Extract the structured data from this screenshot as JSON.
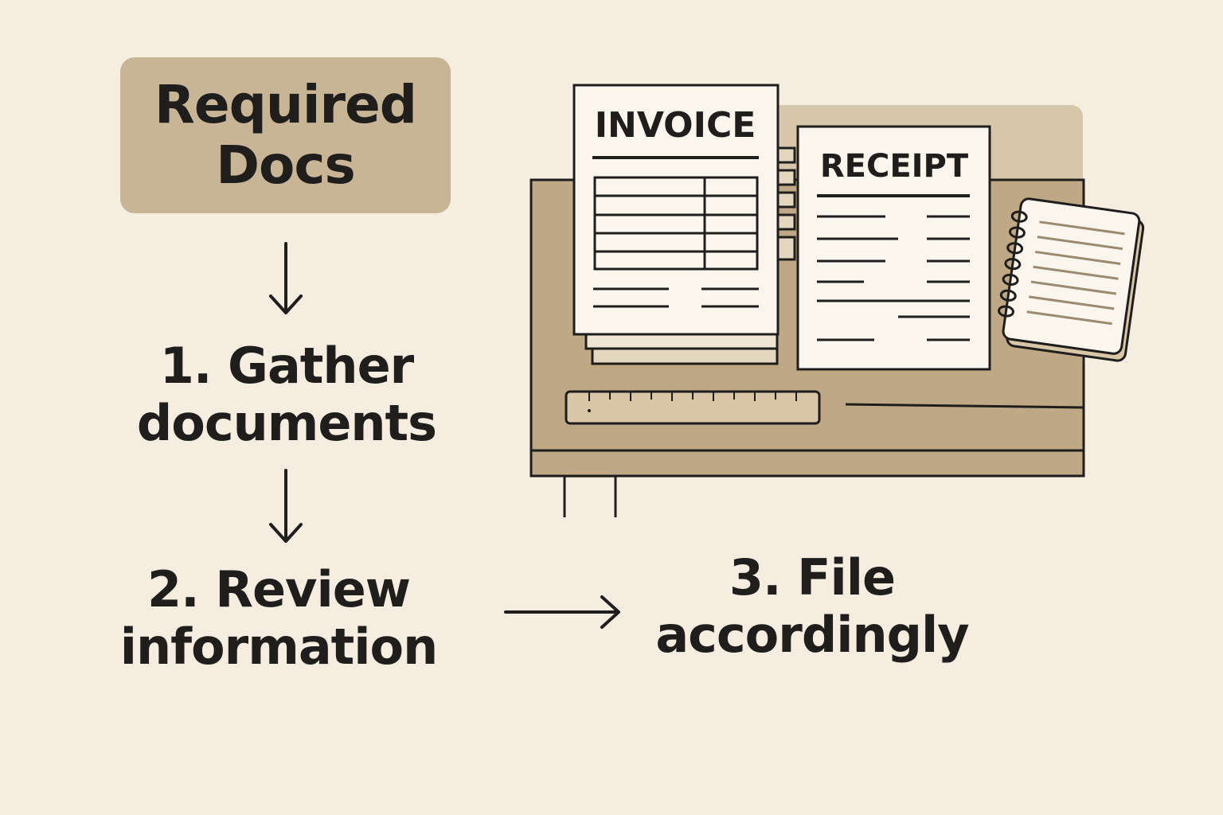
{
  "title": {
    "line1": "Required",
    "line2": "Docs"
  },
  "steps": [
    {
      "line1": "1. Gather",
      "line2": "documents"
    },
    {
      "line1": "2. Review",
      "line2": "information"
    },
    {
      "line1": "3. File",
      "line2": "accordingly"
    }
  ],
  "illustration": {
    "invoice_label": "INVOICE",
    "receipt_label": "RECEIPT"
  },
  "colors": {
    "background": "#f5ede0",
    "title_box": "#c8b596",
    "desk": "#bfa885",
    "paper": "#faf6ee",
    "ink": "#1f1e1c"
  },
  "icons": [
    "down-arrow-icon",
    "right-arrow-icon",
    "invoice-icon",
    "receipt-icon",
    "notepad-icon",
    "ruler-icon",
    "desk-icon"
  ]
}
